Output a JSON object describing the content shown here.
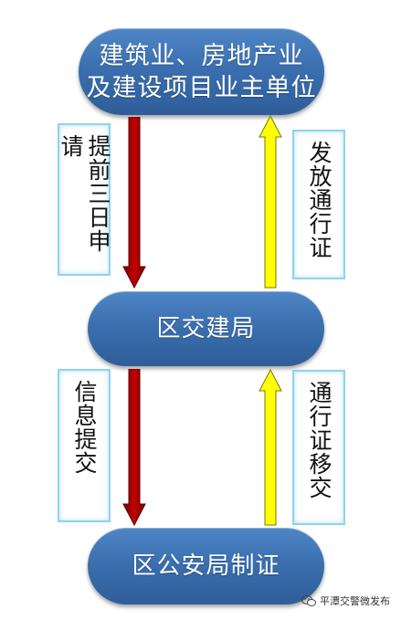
{
  "nodes": {
    "top_line1": "建筑业、房地产业",
    "top_line2": "及建设项目业主单位",
    "middle": "区交建局",
    "bottom": "区公安局制证"
  },
  "labels": {
    "left_upper": "提前三日申请",
    "right_upper": "发放通行证",
    "left_lower": "信息提交",
    "right_lower": "通行证移交"
  },
  "watermark": "平潭交警微发布",
  "colors": {
    "node_fill": "#3b6fb0",
    "down_arrow": "#c00000",
    "up_arrow": "#ffff00",
    "label_border": "#8fd3ee"
  },
  "icons": {
    "down_arrows": "arrow-down",
    "up_arrows": "arrow-up",
    "watermark": "wechat-icon"
  }
}
